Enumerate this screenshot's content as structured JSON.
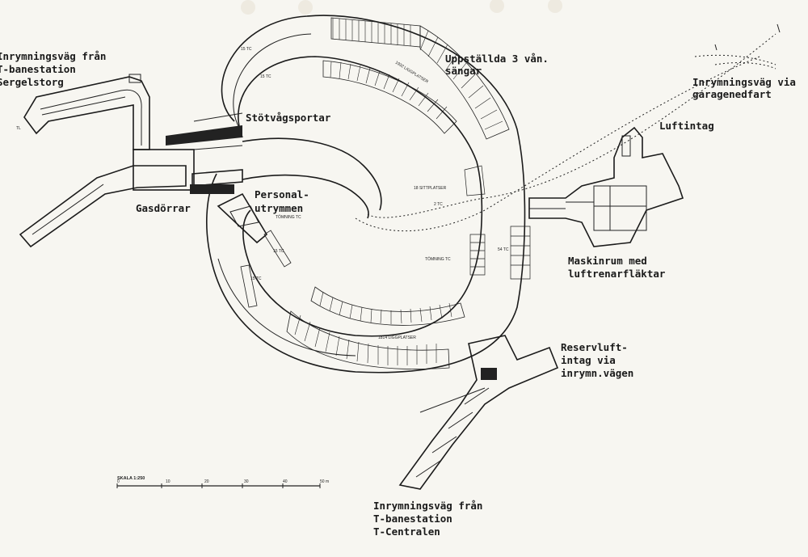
{
  "labels": {
    "inrymning_top_left": [
      "Inrymningsväg från",
      "T-banestation",
      "Sergelstorg"
    ],
    "uppstallda": [
      "Uppställda 3 vån.",
      "sängar"
    ],
    "inrymning_garage": [
      "Inrymningsväg via",
      "garagenedfart"
    ],
    "stotvagsportar": "Stötvågsportar",
    "luftintag": "Luftintag",
    "personal": [
      "Personal-",
      "utrymmen"
    ],
    "gasdorrar": "Gasdörrar",
    "maskinrum": [
      "Maskinrum med",
      "luftrenarfläktar"
    ],
    "reservluft": [
      "Reservluft-",
      "intag via",
      "inrymn.vägen"
    ],
    "inrymning_bottom": [
      "Inrymningsväg från",
      "T-banestation",
      "T-Centralen"
    ]
  },
  "annotations": {
    "tc15_a": "15 TC",
    "tc15_b": "15 TC",
    "tc15_c": "15 TC",
    "tc15_d": "15 TC",
    "liggplatser_top": "1932 LIGGPLATSER",
    "sittplatser": "18 SITTPLATSER",
    "tc2": "2 TC",
    "tomning_a": "TÖMNING TC",
    "tomning_b": "TÖMNING TC",
    "tc54": "54 TC",
    "liggplatser_bottom": "1814 LIGGPLATSER",
    "tl": "TL"
  },
  "scale": {
    "title": "SKALA 1:250",
    "ticks": [
      "0",
      "10",
      "20",
      "30",
      "40",
      "50 m"
    ]
  },
  "colors": {
    "ink": "#1b1b1b",
    "paper": "#f7f6f1",
    "punch_hole": "#eeeae0"
  }
}
